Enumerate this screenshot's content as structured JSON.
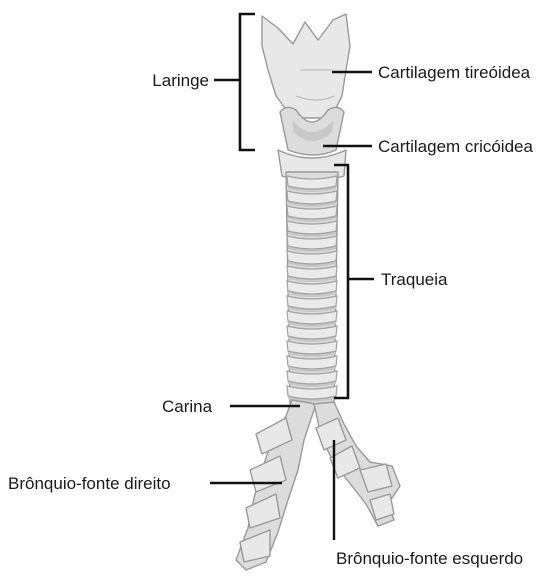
{
  "labels": {
    "larynx": "Laringe",
    "thyroid_cartilage": "Cartilagem tireóidea",
    "cricoid_cartilage": "Cartilagem cricóidea",
    "trachea": "Traqueia",
    "carina": "Carina",
    "right_main_bronchus": "Brônquio-fonte direito",
    "left_main_bronchus": "Brônquio-fonte esquerdo"
  },
  "icons": {
    "diagram": "airway-anatomy-illustration"
  },
  "colors": {
    "tissue": "#dcdcdc",
    "outline": "#9a9a9a",
    "leader_lines": "#111111"
  }
}
